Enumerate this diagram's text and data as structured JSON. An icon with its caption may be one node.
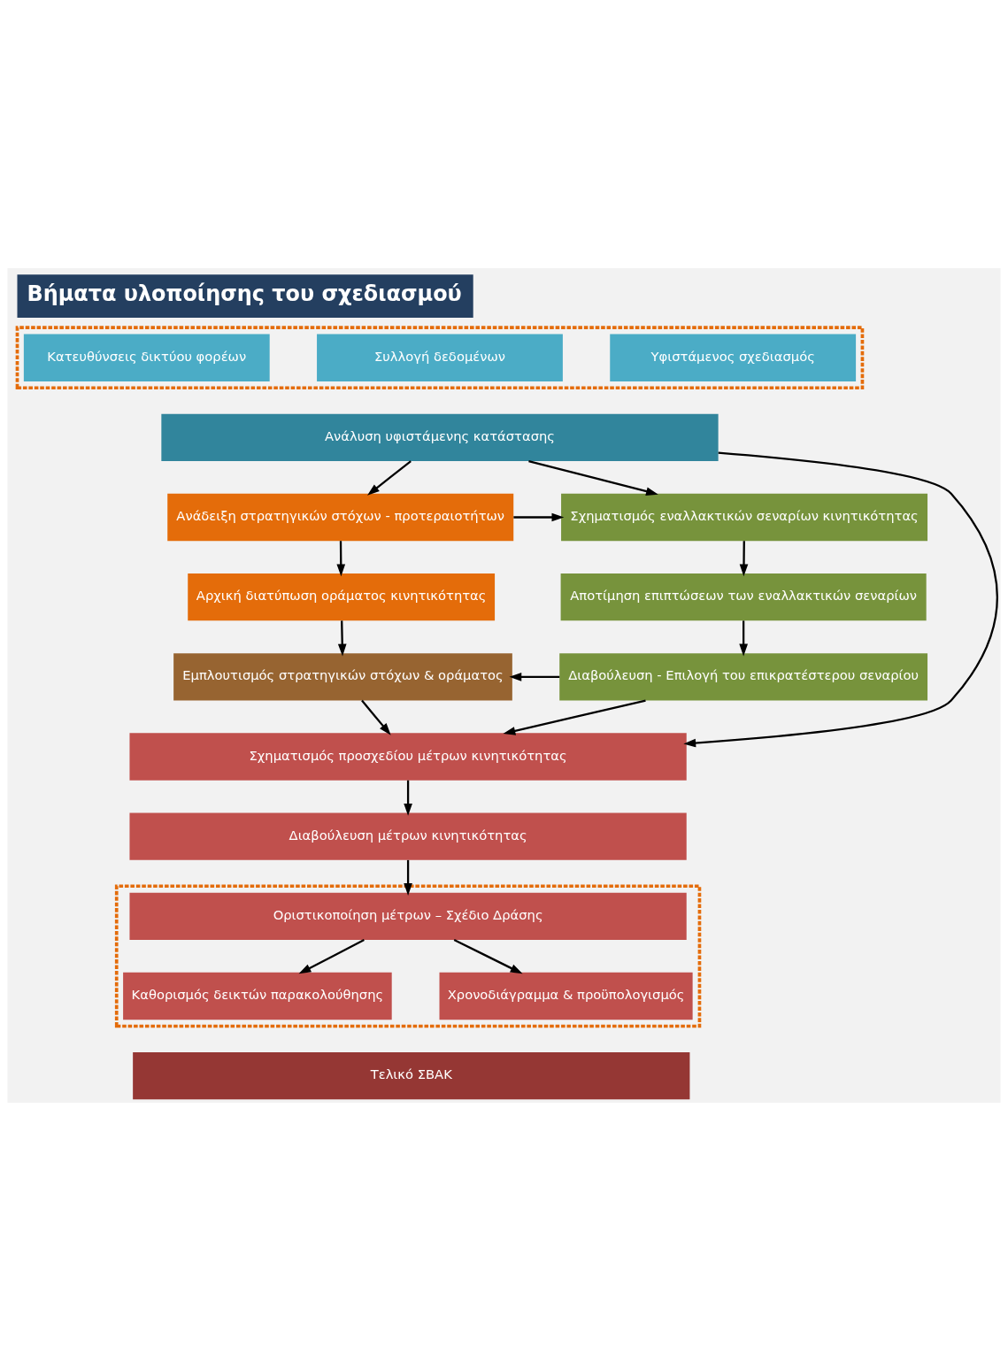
{
  "diagram": {
    "title": "Βήματα υλοποίησης του σχεδιασμού",
    "nodes": [
      {
        "text": [],
        "shape": "box"
      },
      {
        "text": [
          "Κατευθύνσεις δικτύου φορέων"
        ],
        "in": 0
      },
      {
        "text": [
          "Συλλογή δεδομένων"
        ],
        "in": 0
      },
      {
        "text": [
          "Υφιστάμενος σχεδιασμός"
        ],
        "in": 0
      },
      {
        "text": [
          "Ανάλυση υφιστάμενης κατάστασης"
        ]
      },
      {
        "text": [
          "Ανάδειξη στρατηγικών στόχων - προτεραιοτήτων"
        ]
      },
      {
        "text": [
          "Σχηματισμός εναλλακτικών σεναρίων κινητικότητας"
        ]
      },
      {
        "text": [
          "Αρχική διατύπωση οράματος κινητικότητας"
        ]
      },
      {
        "text": [
          "Αποτίμηση επιπτώσεων των εναλλακτικών σεναρίων"
        ]
      },
      {
        "text": [
          "Εμπλουτισμός στρατηγικών στόχων & οράματος"
        ]
      },
      {
        "text": [
          "Διαβούλευση - Επιλογή του επικρατέστερου σεναρίου"
        ]
      },
      {
        "text": [
          "Σχηματισμός προσχεδίου μέτρων κινητικότητας"
        ]
      },
      {
        "text": [
          "Διαβούλευση μέτρων κινητικότητας"
        ]
      },
      {
        "text": [],
        "shape": "box"
      },
      {
        "text": [
          "Οριστικοποίηση μέτρων – Σχέδιο Δράσης"
        ],
        "in": 13
      },
      {
        "text": [
          "Καθορισμός δεικτών παρακολούθησης"
        ],
        "in": 13
      },
      {
        "text": [
          "Χρονοδιάγραμμα & προϋπολογισμός"
        ],
        "in": 13
      },
      {
        "text": [
          "Τελικό ΣΒΑΚ"
        ]
      }
    ],
    "edges": [
      {
        "from": 4,
        "to": 5,
        "arrow": "to"
      },
      {
        "from": 4,
        "to": 11,
        "arrow": "to"
      },
      {
        "from": 4,
        "to": 6,
        "arrow": "to"
      },
      {
        "from": 5,
        "to": 6,
        "arrow": "to"
      },
      {
        "from": 5,
        "to": 7,
        "arrow": "to"
      },
      {
        "from": 6,
        "to": 8,
        "arrow": "to"
      },
      {
        "from": 7,
        "to": 9,
        "arrow": "to"
      },
      {
        "from": 8,
        "to": 10,
        "arrow": "to"
      },
      {
        "from": 10,
        "to": 9,
        "arrow": "to"
      },
      {
        "from": 9,
        "to": 11,
        "arrow": "to"
      },
      {
        "from": 10,
        "to": 11,
        "arrow": "to"
      },
      {
        "from": 11,
        "to": 12,
        "arrow": "to"
      },
      {
        "from": 12,
        "to": 14,
        "arrow": "to"
      },
      {
        "from": 14,
        "to": 15,
        "arrow": "to"
      },
      {
        "from": 14,
        "to": 16,
        "arrow": "to"
      }
    ]
  }
}
